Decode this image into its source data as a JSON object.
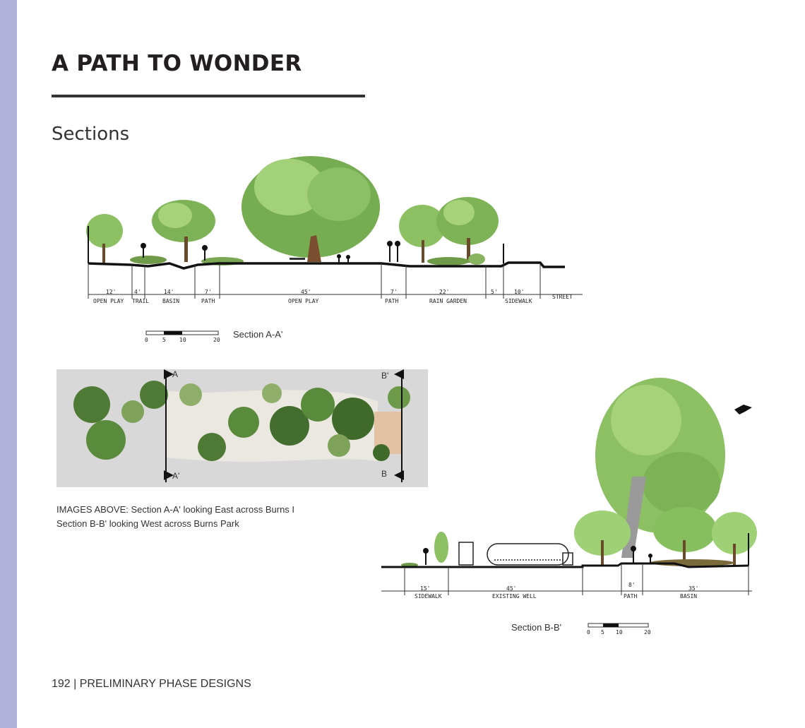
{
  "page": {
    "title": "A PATH TO WONDER",
    "subtitle": "Sections",
    "footer": "192 | PRELIMINARY PHASE DESIGNS",
    "accent_color": "#b3b2db"
  },
  "section_a": {
    "label": "Section A-A'",
    "scale_ticks": [
      "0",
      "5",
      "10",
      "20"
    ],
    "segments": [
      {
        "dim": "12'",
        "name": "OPEN PLAY"
      },
      {
        "dim": "4'",
        "name": "TRAIL"
      },
      {
        "dim": "14'",
        "name": "BASIN"
      },
      {
        "dim": "7'",
        "name": "PATH"
      },
      {
        "dim": "45'",
        "name": "OPEN PLAY"
      },
      {
        "dim": "7'",
        "name": "PATH"
      },
      {
        "dim": "22'",
        "name": "RAIN GARDEN"
      },
      {
        "dim": "5'",
        "name": ""
      },
      {
        "dim": "10'",
        "name": "SIDEWALK"
      },
      {
        "dim": "",
        "name": "STREET"
      }
    ]
  },
  "plan": {
    "markers": {
      "a_top": "A",
      "a_bottom": "A'",
      "b_top": "B'",
      "b_bottom": "B"
    }
  },
  "caption": {
    "line1": "IMAGES ABOVE: Section A-A' looking East across Burns I",
    "line2": "Section B-B' looking West across Burns Park"
  },
  "section_b": {
    "label": "Section B-B'",
    "scale_ticks": [
      "0",
      "5",
      "10",
      "20"
    ],
    "segments": [
      {
        "dim": "15'",
        "name": "SIDEWALK"
      },
      {
        "dim": "45'",
        "name": "EXISTING WELL"
      },
      {
        "dim": "8'",
        "name": "PATH"
      },
      {
        "dim": "35'",
        "name": "BASIN"
      }
    ]
  }
}
